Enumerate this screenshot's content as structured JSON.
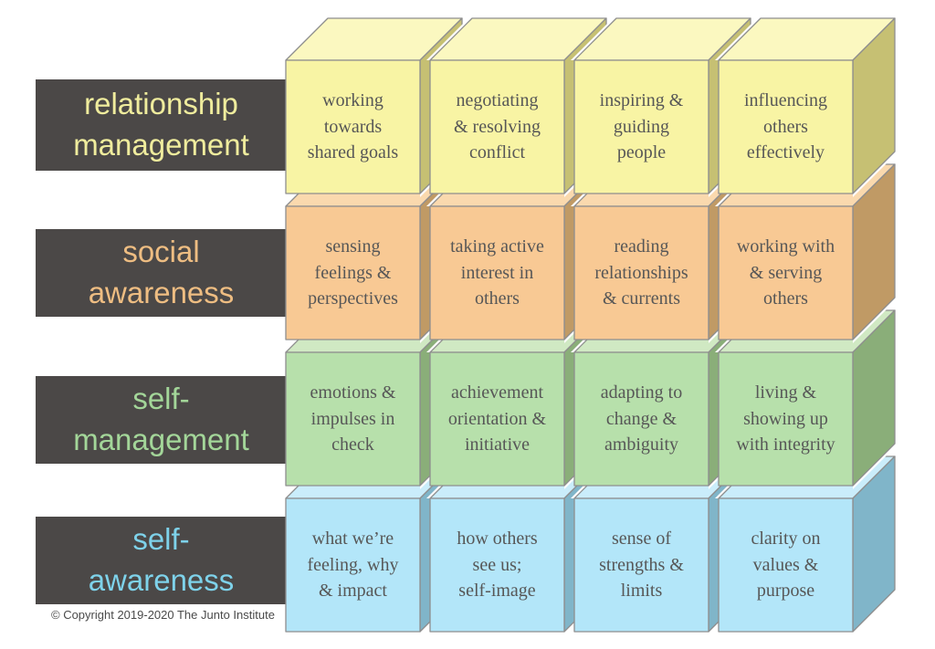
{
  "title_implicit": "emotional intelligence competency grid",
  "label_box_color": "#4b4847",
  "cube_text_color": "#575757",
  "stroke_color": "#8e8e8e",
  "background_color": "#ffffff",
  "copyright": "© Copyright 2019-2020 The Junto Institute",
  "rows": [
    {
      "id": "relationship-management",
      "label_lines": [
        "relationship",
        "management"
      ],
      "label_color": "#efec9d",
      "colors": {
        "front": "#f8f4a4",
        "top": "#fbf8c0",
        "side": "#c6c073"
      },
      "cubes": [
        {
          "lines": [
            "working",
            "towards",
            "shared goals"
          ]
        },
        {
          "lines": [
            "negotiating",
            "& resolving",
            "conflict"
          ]
        },
        {
          "lines": [
            "inspiring &",
            "guiding",
            "people"
          ]
        },
        {
          "lines": [
            "influencing",
            "others",
            "effectively"
          ]
        }
      ]
    },
    {
      "id": "social-awareness",
      "label_lines": [
        "social",
        "awareness"
      ],
      "label_color": "#eebd82",
      "colors": {
        "front": "#f8c994",
        "top": "#fad9ae",
        "side": "#c09a65"
      },
      "cubes": [
        {
          "lines": [
            "sensing",
            "feelings &",
            "perspectives"
          ]
        },
        {
          "lines": [
            "taking active",
            "interest in",
            "others"
          ]
        },
        {
          "lines": [
            "reading",
            "relationships",
            "& currents"
          ]
        },
        {
          "lines": [
            "working with",
            "& serving",
            "others"
          ]
        }
      ]
    },
    {
      "id": "self-management",
      "label_lines": [
        "self-",
        "management"
      ],
      "label_color": "#a3d699",
      "colors": {
        "front": "#b7e0ab",
        "top": "#d0e9c3",
        "side": "#8aae79"
      },
      "cubes": [
        {
          "lines": [
            "emotions &",
            "impulses in",
            "check"
          ]
        },
        {
          "lines": [
            "achievement",
            "orientation &",
            "initiative"
          ]
        },
        {
          "lines": [
            "adapting to",
            "change &",
            "ambiguity"
          ]
        },
        {
          "lines": [
            "living &",
            "showing up",
            "with integrity"
          ]
        }
      ]
    },
    {
      "id": "self-awareness",
      "label_lines": [
        "self-",
        "awareness"
      ],
      "label_color": "#7ed2ea",
      "colors": {
        "front": "#b3e6f9",
        "top": "#caedfb",
        "side": "#80b5c9"
      },
      "cubes": [
        {
          "lines": [
            "what we’re",
            "feeling, why",
            "& impact"
          ]
        },
        {
          "lines": [
            "how others",
            "see us;",
            "self-image"
          ]
        },
        {
          "lines": [
            "sense of",
            "strengths &",
            "limits"
          ]
        },
        {
          "lines": [
            "clarity on",
            "values &",
            "purpose"
          ]
        }
      ]
    }
  ]
}
